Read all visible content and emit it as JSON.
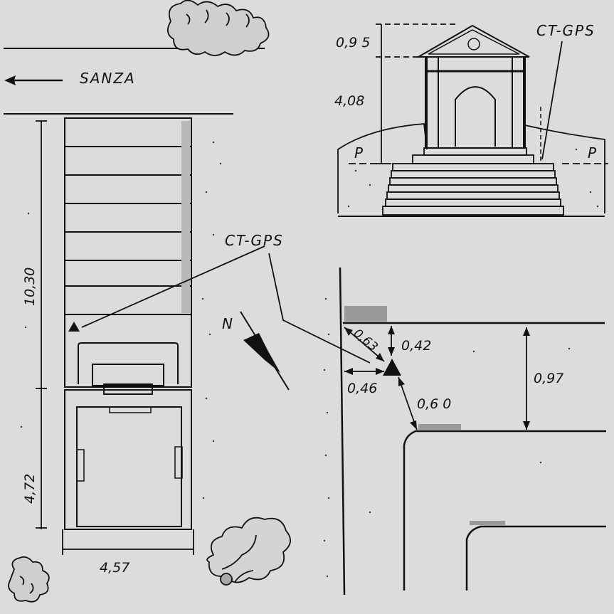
{
  "labels": {
    "direction": "SANZA",
    "gps_plan": "CT-GPS",
    "gps_elevation": "CT-GPS",
    "north": "N",
    "ground_left": "P",
    "ground_right": "P"
  },
  "dimensions": {
    "plan_length_upper": "10,30",
    "plan_length_lower": "4,72",
    "plan_width": "4,57",
    "elev_top": "0,9 5",
    "elev_height": "4,08",
    "detail_diag": "0,63",
    "detail_top": "0,42",
    "detail_left": "0,46",
    "detail_lower": "0,6 0",
    "detail_right": "0,97"
  },
  "colors": {
    "ink": "#111111",
    "paper": "#dcdcdc",
    "stair_fill": "#e8e8e8",
    "shadow": "#999999"
  }
}
